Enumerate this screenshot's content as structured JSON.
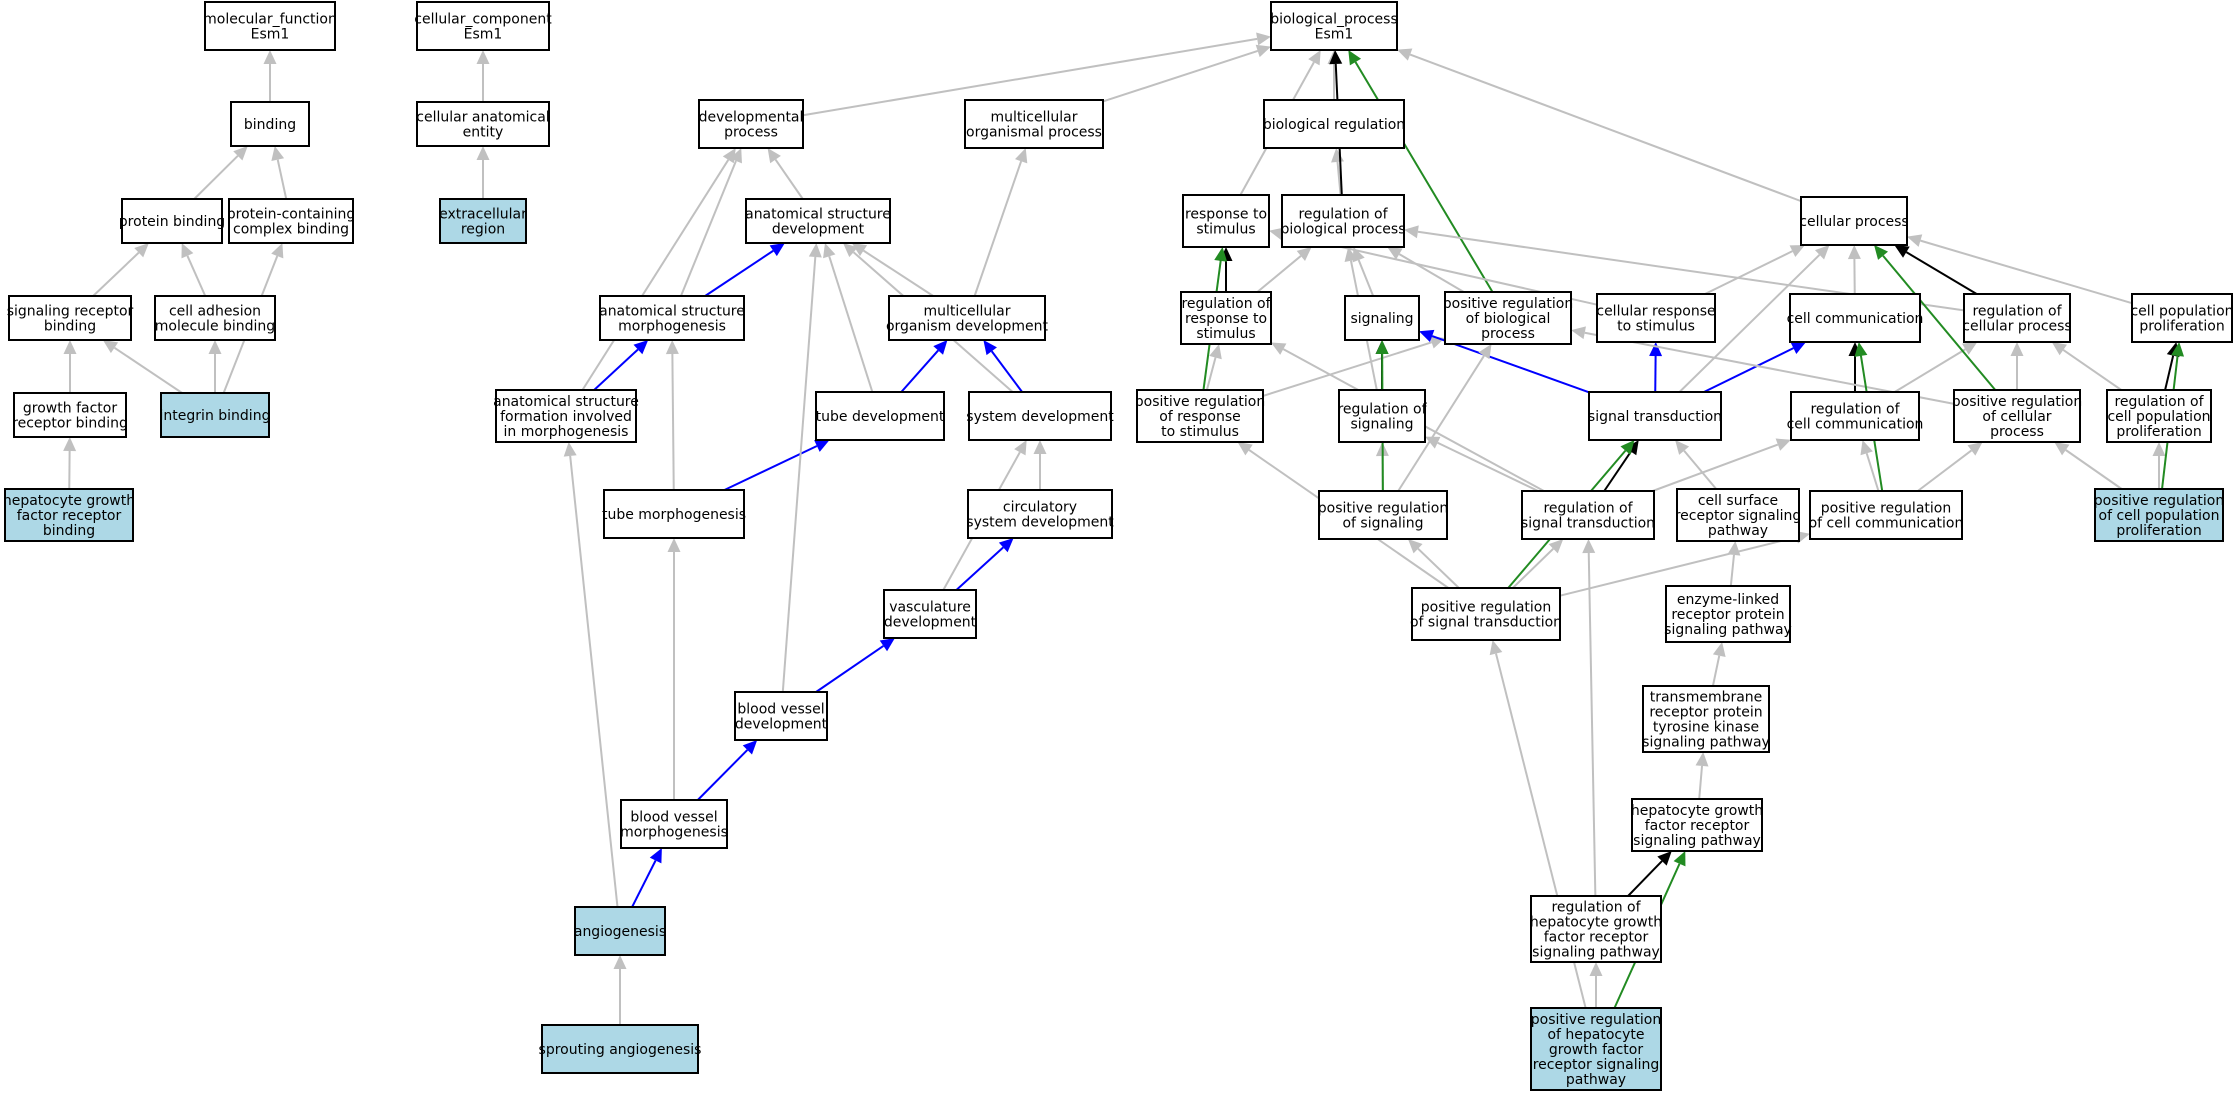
{
  "colors": {
    "background": "#ffffff",
    "node_fill": "#ffffff",
    "highlight_fill": "#add8e6",
    "border": "#000000",
    "edge_is_a": "#c0c0c0",
    "edge_part_of": "#0000ff",
    "edge_regulates": "#000000",
    "edge_positively_regulates": "#228b22"
  },
  "nodes": [
    {
      "id": "mf",
      "label": "molecular_function\nEsm1",
      "highlight": false
    },
    {
      "id": "binding",
      "label": "binding",
      "highlight": false
    },
    {
      "id": "protein_binding",
      "label": "protein binding",
      "highlight": false
    },
    {
      "id": "protein_complex_binding",
      "label": "protein-containing\ncomplex binding",
      "highlight": false
    },
    {
      "id": "signaling_receptor_binding",
      "label": "signaling receptor\nbinding",
      "highlight": false
    },
    {
      "id": "cell_adhesion_molecule_binding",
      "label": "cell adhesion\nmolecule binding",
      "highlight": false
    },
    {
      "id": "growth_factor_receptor_binding",
      "label": "growth factor\nreceptor binding",
      "highlight": false
    },
    {
      "id": "integrin_binding",
      "label": "integrin binding",
      "highlight": true
    },
    {
      "id": "hgf_receptor_binding",
      "label": "hepatocyte growth\nfactor receptor\nbinding",
      "highlight": true
    },
    {
      "id": "cc",
      "label": "cellular_component\nEsm1",
      "highlight": false
    },
    {
      "id": "cellular_anatomical_entity",
      "label": "cellular anatomical\nentity",
      "highlight": false
    },
    {
      "id": "extracellular_region",
      "label": "extracellular\nregion",
      "highlight": true
    },
    {
      "id": "developmental_process",
      "label": "developmental\nprocess",
      "highlight": false
    },
    {
      "id": "multicellular_organismal_process",
      "label": "multicellular\norganismal process",
      "highlight": false
    },
    {
      "id": "anatomical_structure_development",
      "label": "anatomical structure\ndevelopment",
      "highlight": false
    },
    {
      "id": "anatomical_structure_morphogenesis",
      "label": "anatomical structure\nmorphogenesis",
      "highlight": false
    },
    {
      "id": "multicellular_organism_development",
      "label": "multicellular\norganism development",
      "highlight": false
    },
    {
      "id": "anatomical_structure_formation",
      "label": "anatomical structure\nformation involved\nin morphogenesis",
      "highlight": false
    },
    {
      "id": "tube_development",
      "label": "tube development",
      "highlight": false
    },
    {
      "id": "system_development",
      "label": "system development",
      "highlight": false
    },
    {
      "id": "tube_morphogenesis",
      "label": "tube morphogenesis",
      "highlight": false
    },
    {
      "id": "circulatory_system_development",
      "label": "circulatory\nsystem development",
      "highlight": false
    },
    {
      "id": "vasculature_development",
      "label": "vasculature\ndevelopment",
      "highlight": false
    },
    {
      "id": "blood_vessel_development",
      "label": "blood vessel\ndevelopment",
      "highlight": false
    },
    {
      "id": "blood_vessel_morphogenesis",
      "label": "blood vessel\nmorphogenesis",
      "highlight": false
    },
    {
      "id": "angiogenesis",
      "label": "angiogenesis",
      "highlight": true
    },
    {
      "id": "sprouting_angiogenesis",
      "label": "sprouting angiogenesis",
      "highlight": true
    },
    {
      "id": "bp",
      "label": "biological_process\nEsm1",
      "highlight": false
    },
    {
      "id": "biological_regulation",
      "label": "biological regulation",
      "highlight": false
    },
    {
      "id": "response_to_stimulus",
      "label": "response to\nstimulus",
      "highlight": false
    },
    {
      "id": "regulation_of_biological_process",
      "label": "regulation of\nbiological process",
      "highlight": false
    },
    {
      "id": "cellular_process",
      "label": "cellular process",
      "highlight": false
    },
    {
      "id": "regulation_of_response_to_stimulus",
      "label": "regulation of\nresponse to\nstimulus",
      "highlight": false
    },
    {
      "id": "signaling",
      "label": "signaling",
      "highlight": false
    },
    {
      "id": "positive_regulation_of_biological_process",
      "label": "positive regulation\nof biological\nprocess",
      "highlight": false
    },
    {
      "id": "cellular_response_to_stimulus",
      "label": "cellular response\nto stimulus",
      "highlight": false
    },
    {
      "id": "cell_communication",
      "label": "cell communication",
      "highlight": false
    },
    {
      "id": "regulation_of_cellular_process",
      "label": "regulation of\ncellular process",
      "highlight": false
    },
    {
      "id": "cell_population_proliferation",
      "label": "cell population\nproliferation",
      "highlight": false
    },
    {
      "id": "positive_regulation_of_response_to_stimulus",
      "label": "positive regulation\nof response\nto stimulus",
      "highlight": false
    },
    {
      "id": "regulation_of_signaling",
      "label": "regulation of\nsignaling",
      "highlight": false
    },
    {
      "id": "signal_transduction",
      "label": "signal transduction",
      "highlight": false
    },
    {
      "id": "regulation_of_cell_communication",
      "label": "regulation of\ncell communication",
      "highlight": false
    },
    {
      "id": "positive_regulation_of_cellular_process",
      "label": "positive regulation\nof cellular\nprocess",
      "highlight": false
    },
    {
      "id": "regulation_of_cell_population_proliferation",
      "label": "regulation of\ncell population\nproliferation",
      "highlight": false
    },
    {
      "id": "positive_regulation_of_signaling",
      "label": "positive regulation\nof signaling",
      "highlight": false
    },
    {
      "id": "regulation_of_signal_transduction",
      "label": "regulation of\nsignal transduction",
      "highlight": false
    },
    {
      "id": "cell_surface_receptor_signaling_pathway",
      "label": "cell surface\nreceptor signaling\npathway",
      "highlight": false
    },
    {
      "id": "positive_regulation_of_cell_communication",
      "label": "positive regulation\nof cell communication",
      "highlight": false
    },
    {
      "id": "positive_regulation_of_cell_population_proliferation",
      "label": "positive regulation\nof cell population\nproliferation",
      "highlight": true
    },
    {
      "id": "positive_regulation_of_signal_transduction",
      "label": "positive regulation\nof signal transduction",
      "highlight": false
    },
    {
      "id": "enzyme_linked_receptor_pathway",
      "label": "enzyme-linked\nreceptor protein\nsignaling pathway",
      "highlight": false
    },
    {
      "id": "transmembrane_rtk_pathway",
      "label": "transmembrane\nreceptor protein\ntyrosine kinase\nsignaling pathway",
      "highlight": false
    },
    {
      "id": "hgf_receptor_signaling_pathway",
      "label": "hepatocyte growth\nfactor receptor\nsignaling pathway",
      "highlight": false
    },
    {
      "id": "regulation_of_hgf_receptor_pathway",
      "label": "regulation of\nhepatocyte growth\nfactor receptor\nsignaling pathway",
      "highlight": false
    },
    {
      "id": "positive_regulation_of_hgf_receptor_pathway",
      "label": "positive regulation\nof hepatocyte\ngrowth factor\nreceptor signaling\npathway",
      "highlight": true
    }
  ],
  "edges": [
    {
      "from": "binding",
      "to": "mf",
      "type": "is_a"
    },
    {
      "from": "protein_binding",
      "to": "binding",
      "type": "is_a"
    },
    {
      "from": "protein_complex_binding",
      "to": "binding",
      "type": "is_a"
    },
    {
      "from": "signaling_receptor_binding",
      "to": "protein_binding",
      "type": "is_a"
    },
    {
      "from": "cell_adhesion_molecule_binding",
      "to": "protein_binding",
      "type": "is_a"
    },
    {
      "from": "growth_factor_receptor_binding",
      "to": "signaling_receptor_binding",
      "type": "is_a"
    },
    {
      "from": "integrin_binding",
      "to": "signaling_receptor_binding",
      "type": "is_a"
    },
    {
      "from": "integrin_binding",
      "to": "cell_adhesion_molecule_binding",
      "type": "is_a"
    },
    {
      "from": "integrin_binding",
      "to": "protein_complex_binding",
      "type": "is_a"
    },
    {
      "from": "hgf_receptor_binding",
      "to": "growth_factor_receptor_binding",
      "type": "is_a"
    },
    {
      "from": "cellular_anatomical_entity",
      "to": "cc",
      "type": "is_a"
    },
    {
      "from": "extracellular_region",
      "to": "cellular_anatomical_entity",
      "type": "is_a"
    },
    {
      "from": "developmental_process",
      "to": "bp",
      "type": "is_a"
    },
    {
      "from": "multicellular_organismal_process",
      "to": "bp",
      "type": "is_a"
    },
    {
      "from": "anatomical_structure_development",
      "to": "developmental_process",
      "type": "is_a"
    },
    {
      "from": "anatomical_structure_morphogenesis",
      "to": "developmental_process",
      "type": "is_a"
    },
    {
      "from": "anatomical_structure_morphogenesis",
      "to": "anatomical_structure_development",
      "type": "part_of"
    },
    {
      "from": "multicellular_organism_development",
      "to": "anatomical_structure_development",
      "type": "is_a"
    },
    {
      "from": "multicellular_organism_development",
      "to": "multicellular_organismal_process",
      "type": "is_a"
    },
    {
      "from": "anatomical_structure_formation",
      "to": "developmental_process",
      "type": "is_a"
    },
    {
      "from": "anatomical_structure_formation",
      "to": "anatomical_structure_morphogenesis",
      "type": "part_of"
    },
    {
      "from": "tube_development",
      "to": "anatomical_structure_development",
      "type": "is_a"
    },
    {
      "from": "tube_development",
      "to": "multicellular_organism_development",
      "type": "part_of"
    },
    {
      "from": "system_development",
      "to": "anatomical_structure_development",
      "type": "is_a"
    },
    {
      "from": "system_development",
      "to": "multicellular_organism_development",
      "type": "part_of"
    },
    {
      "from": "tube_morphogenesis",
      "to": "anatomical_structure_morphogenesis",
      "type": "is_a"
    },
    {
      "from": "tube_morphogenesis",
      "to": "tube_development",
      "type": "part_of"
    },
    {
      "from": "circulatory_system_development",
      "to": "system_development",
      "type": "is_a"
    },
    {
      "from": "vasculature_development",
      "to": "system_development",
      "type": "is_a"
    },
    {
      "from": "vasculature_development",
      "to": "circulatory_system_development",
      "type": "part_of"
    },
    {
      "from": "blood_vessel_development",
      "to": "anatomical_structure_development",
      "type": "is_a"
    },
    {
      "from": "blood_vessel_development",
      "to": "vasculature_development",
      "type": "part_of"
    },
    {
      "from": "blood_vessel_morphogenesis",
      "to": "tube_morphogenesis",
      "type": "is_a"
    },
    {
      "from": "blood_vessel_morphogenesis",
      "to": "blood_vessel_development",
      "type": "part_of"
    },
    {
      "from": "angiogenesis",
      "to": "anatomical_structure_formation",
      "type": "is_a"
    },
    {
      "from": "angiogenesis",
      "to": "blood_vessel_morphogenesis",
      "type": "part_of"
    },
    {
      "from": "sprouting_angiogenesis",
      "to": "angiogenesis",
      "type": "is_a"
    },
    {
      "from": "biological_regulation",
      "to": "bp",
      "type": "is_a"
    },
    {
      "from": "response_to_stimulus",
      "to": "bp",
      "type": "is_a"
    },
    {
      "from": "regulation_of_biological_process",
      "to": "biological_regulation",
      "type": "is_a"
    },
    {
      "from": "regulation_of_biological_process",
      "to": "bp",
      "type": "regulates"
    },
    {
      "from": "cellular_process",
      "to": "bp",
      "type": "is_a"
    },
    {
      "from": "positive_regulation_of_biological_process",
      "to": "bp",
      "type": "positively_regulates"
    },
    {
      "from": "positive_regulation_of_biological_process",
      "to": "regulation_of_biological_process",
      "type": "is_a"
    },
    {
      "from": "regulation_of_response_to_stimulus",
      "to": "regulation_of_biological_process",
      "type": "is_a"
    },
    {
      "from": "regulation_of_response_to_stimulus",
      "to": "response_to_stimulus",
      "type": "regulates"
    },
    {
      "from": "cellular_response_to_stimulus",
      "to": "response_to_stimulus",
      "type": "is_a"
    },
    {
      "from": "cellular_response_to_stimulus",
      "to": "cellular_process",
      "type": "is_a"
    },
    {
      "from": "cell_communication",
      "to": "cellular_process",
      "type": "is_a"
    },
    {
      "from": "regulation_of_cellular_process",
      "to": "regulation_of_biological_process",
      "type": "is_a"
    },
    {
      "from": "regulation_of_cellular_process",
      "to": "cellular_process",
      "type": "regulates"
    },
    {
      "from": "cell_population_proliferation",
      "to": "cellular_process",
      "type": "is_a"
    },
    {
      "from": "signaling",
      "to": "regulation_of_biological_process",
      "type": "is_a"
    },
    {
      "from": "positive_regulation_of_response_to_stimulus",
      "to": "regulation_of_response_to_stimulus",
      "type": "is_a"
    },
    {
      "from": "positive_regulation_of_response_to_stimulus",
      "to": "response_to_stimulus",
      "type": "positively_regulates"
    },
    {
      "from": "positive_regulation_of_response_to_stimulus",
      "to": "positive_regulation_of_biological_process",
      "type": "is_a"
    },
    {
      "from": "regulation_of_signaling",
      "to": "regulation_of_biological_process",
      "type": "is_a"
    },
    {
      "from": "regulation_of_signaling",
      "to": "signaling",
      "type": "regulates"
    },
    {
      "from": "signal_transduction",
      "to": "signaling",
      "type": "part_of"
    },
    {
      "from": "signal_transduction",
      "to": "cellular_response_to_stimulus",
      "type": "part_of"
    },
    {
      "from": "signal_transduction",
      "to": "cell_communication",
      "type": "part_of"
    },
    {
      "from": "signal_transduction",
      "to": "cellular_process",
      "type": "is_a"
    },
    {
      "from": "regulation_of_cell_communication",
      "to": "regulation_of_cellular_process",
      "type": "is_a"
    },
    {
      "from": "regulation_of_cell_communication",
      "to": "cell_communication",
      "type": "regulates"
    },
    {
      "from": "positive_regulation_of_cellular_process",
      "to": "regulation_of_cellular_process",
      "type": "is_a"
    },
    {
      "from": "positive_regulation_of_cellular_process",
      "to": "cellular_process",
      "type": "positively_regulates"
    },
    {
      "from": "positive_regulation_of_cellular_process",
      "to": "positive_regulation_of_biological_process",
      "type": "is_a"
    },
    {
      "from": "regulation_of_cell_population_proliferation",
      "to": "regulation_of_cellular_process",
      "type": "is_a"
    },
    {
      "from": "regulation_of_cell_population_proliferation",
      "to": "cell_population_proliferation",
      "type": "regulates"
    },
    {
      "from": "positive_regulation_of_signaling",
      "to": "regulation_of_signaling",
      "type": "is_a"
    },
    {
      "from": "positive_regulation_of_signaling",
      "to": "signaling",
      "type": "positively_regulates"
    },
    {
      "from": "positive_regulation_of_signaling",
      "to": "positive_regulation_of_biological_process",
      "type": "is_a"
    },
    {
      "from": "regulation_of_signal_transduction",
      "to": "regulation_of_signaling",
      "type": "is_a"
    },
    {
      "from": "regulation_of_signal_transduction",
      "to": "signal_transduction",
      "type": "regulates"
    },
    {
      "from": "regulation_of_signal_transduction",
      "to": "regulation_of_response_to_stimulus",
      "type": "is_a"
    },
    {
      "from": "regulation_of_signal_transduction",
      "to": "regulation_of_cell_communication",
      "type": "is_a"
    },
    {
      "from": "cell_surface_receptor_signaling_pathway",
      "to": "signal_transduction",
      "type": "is_a"
    },
    {
      "from": "positive_regulation_of_cell_communication",
      "to": "regulation_of_cell_communication",
      "type": "is_a"
    },
    {
      "from": "positive_regulation_of_cell_communication",
      "to": "cell_communication",
      "type": "positively_regulates"
    },
    {
      "from": "positive_regulation_of_cell_communication",
      "to": "positive_regulation_of_cellular_process",
      "type": "is_a"
    },
    {
      "from": "positive_regulation_of_cell_population_proliferation",
      "to": "regulation_of_cell_population_proliferation",
      "type": "is_a"
    },
    {
      "from": "positive_regulation_of_cell_population_proliferation",
      "to": "cell_population_proliferation",
      "type": "positively_regulates"
    },
    {
      "from": "positive_regulation_of_cell_population_proliferation",
      "to": "positive_regulation_of_cellular_process",
      "type": "is_a"
    },
    {
      "from": "positive_regulation_of_signal_transduction",
      "to": "positive_regulation_of_signaling",
      "type": "is_a"
    },
    {
      "from": "positive_regulation_of_signal_transduction",
      "to": "signal_transduction",
      "type": "positively_regulates"
    },
    {
      "from": "positive_regulation_of_signal_transduction",
      "to": "regulation_of_signal_transduction",
      "type": "is_a"
    },
    {
      "from": "positive_regulation_of_signal_transduction",
      "to": "positive_regulation_of_response_to_stimulus",
      "type": "is_a"
    },
    {
      "from": "positive_regulation_of_signal_transduction",
      "to": "positive_regulation_of_cell_communication",
      "type": "is_a"
    },
    {
      "from": "enzyme_linked_receptor_pathway",
      "to": "cell_surface_receptor_signaling_pathway",
      "type": "is_a"
    },
    {
      "from": "transmembrane_rtk_pathway",
      "to": "enzyme_linked_receptor_pathway",
      "type": "is_a"
    },
    {
      "from": "hgf_receptor_signaling_pathway",
      "to": "transmembrane_rtk_pathway",
      "type": "is_a"
    },
    {
      "from": "regulation_of_hgf_receptor_pathway",
      "to": "regulation_of_signal_transduction",
      "type": "is_a"
    },
    {
      "from": "regulation_of_hgf_receptor_pathway",
      "to": "hgf_receptor_signaling_pathway",
      "type": "regulates"
    },
    {
      "from": "positive_regulation_of_hgf_receptor_pathway",
      "to": "regulation_of_hgf_receptor_pathway",
      "type": "is_a"
    },
    {
      "from": "positive_regulation_of_hgf_receptor_pathway",
      "to": "hgf_receptor_signaling_pathway",
      "type": "positively_regulates"
    },
    {
      "from": "positive_regulation_of_hgf_receptor_pathway",
      "to": "positive_regulation_of_signal_transduction",
      "type": "is_a"
    }
  ]
}
